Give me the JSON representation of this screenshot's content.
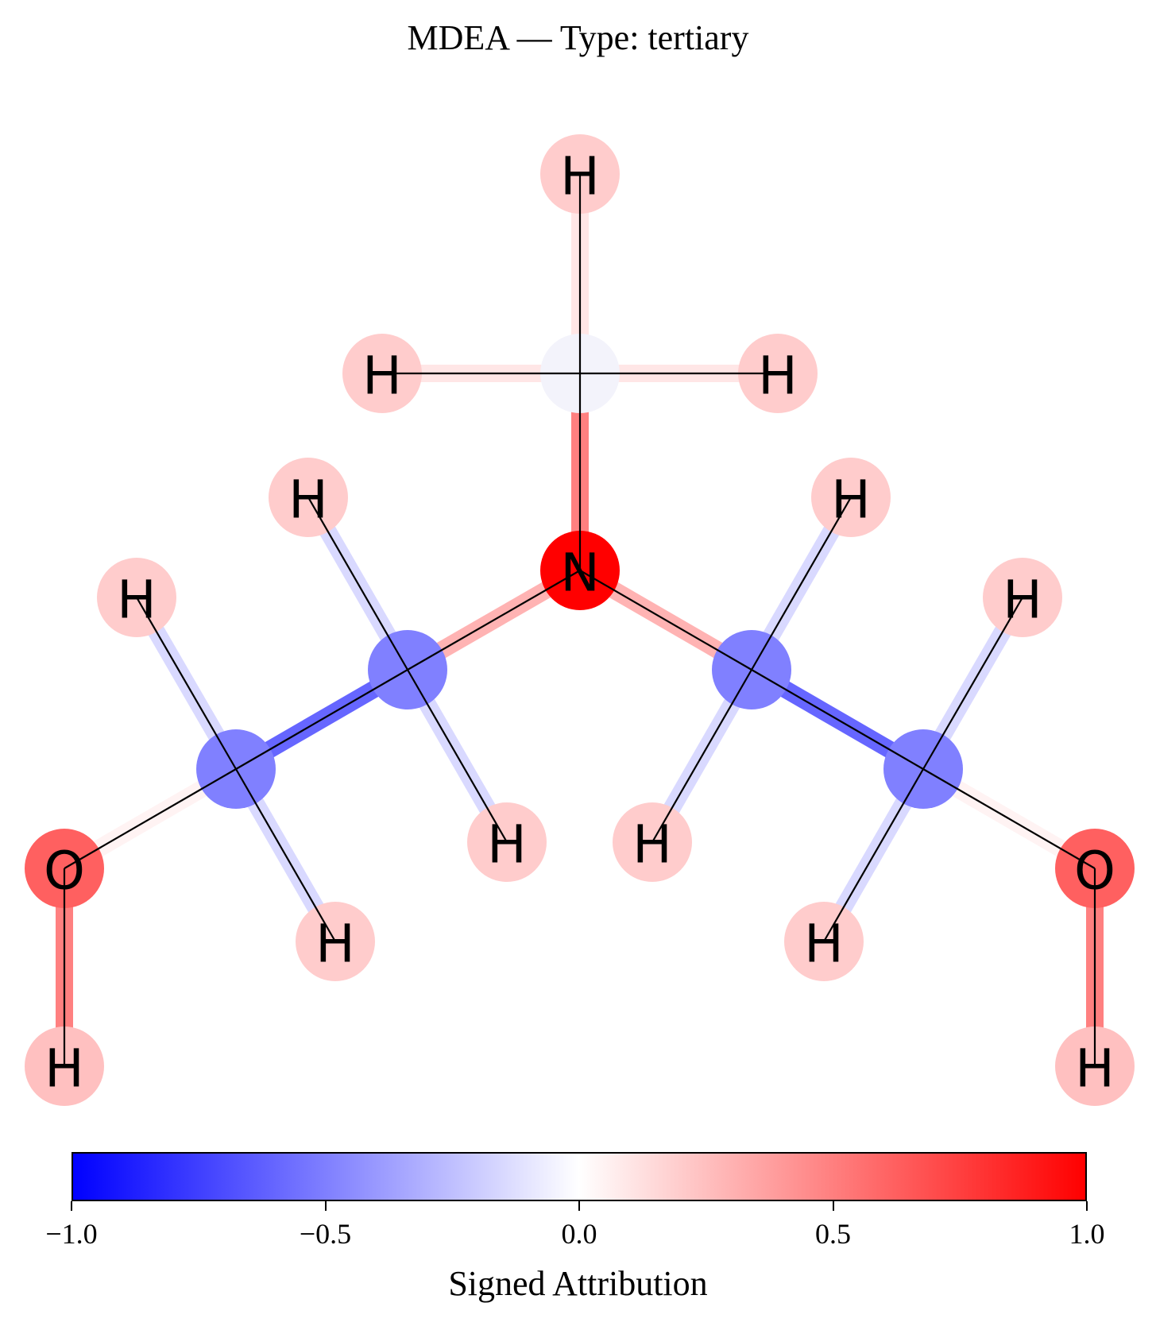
{
  "title": "MDEA — Type: tertiary",
  "colorbar": {
    "label": "Signed Attribution",
    "ticks": [
      "−1.0",
      "−0.5",
      "0.0",
      "0.5",
      "1.0"
    ],
    "range": [
      -1.0,
      1.0
    ],
    "colors": [
      "#0000ff",
      "#ffffff",
      "#ff0000"
    ]
  },
  "molecule": {
    "name": "MDEA",
    "atoms": [
      {
        "id": "H_top",
        "element": "H",
        "color": "#ffcccc"
      },
      {
        "id": "C_methyl",
        "element": "",
        "color": "#f3f3fb"
      },
      {
        "id": "H_methyl_left",
        "element": "H",
        "color": "#ffcccc"
      },
      {
        "id": "H_methyl_right",
        "element": "H",
        "color": "#ffcccc"
      },
      {
        "id": "N",
        "element": "N",
        "color": "#ff0000"
      },
      {
        "id": "C_left_1",
        "element": "",
        "color": "#8080ff"
      },
      {
        "id": "C_left_2",
        "element": "",
        "color": "#8080ff"
      },
      {
        "id": "C_right_1",
        "element": "",
        "color": "#8080ff"
      },
      {
        "id": "C_right_2",
        "element": "",
        "color": "#8080ff"
      },
      {
        "id": "H_left_up_1",
        "element": "H",
        "color": "#ffcccc"
      },
      {
        "id": "H_left_down_1",
        "element": "H",
        "color": "#ffcccc"
      },
      {
        "id": "H_left_up_2",
        "element": "H",
        "color": "#ffcccc"
      },
      {
        "id": "H_left_down_2",
        "element": "H",
        "color": "#ffcccc"
      },
      {
        "id": "H_right_up_1",
        "element": "H",
        "color": "#ffcccc"
      },
      {
        "id": "H_right_down_1",
        "element": "H",
        "color": "#ffcccc"
      },
      {
        "id": "H_right_up_2",
        "element": "H",
        "color": "#ffcccc"
      },
      {
        "id": "H_right_down_2",
        "element": "H",
        "color": "#ffcccc"
      },
      {
        "id": "O_left",
        "element": "O",
        "color": "#ff6060"
      },
      {
        "id": "O_right",
        "element": "O",
        "color": "#ff6060"
      },
      {
        "id": "H_O_left",
        "element": "H",
        "color": "#ffc0c0"
      },
      {
        "id": "H_O_right",
        "element": "H",
        "color": "#ffc0c0"
      }
    ],
    "bonds": [
      {
        "a": "C_methyl",
        "b": "H_top",
        "color": "#ffe6e6"
      },
      {
        "a": "C_methyl",
        "b": "H_methyl_left",
        "color": "#ffe6e6"
      },
      {
        "a": "C_methyl",
        "b": "H_methyl_right",
        "color": "#ffe6e6"
      },
      {
        "a": "C_methyl",
        "b": "N",
        "color": "#ff8080"
      },
      {
        "a": "N",
        "b": "C_left_1",
        "color": "#ffb3b3"
      },
      {
        "a": "N",
        "b": "C_right_1",
        "color": "#ffb3b3"
      },
      {
        "a": "C_left_1",
        "b": "C_left_2",
        "color": "#6666ff"
      },
      {
        "a": "C_right_1",
        "b": "C_right_2",
        "color": "#6666ff"
      },
      {
        "a": "C_left_1",
        "b": "H_left_up_1",
        "color": "#d9d9ff"
      },
      {
        "a": "C_left_1",
        "b": "H_left_down_1",
        "color": "#d9d9ff"
      },
      {
        "a": "C_left_2",
        "b": "H_left_up_2",
        "color": "#d9d9ff"
      },
      {
        "a": "C_left_2",
        "b": "H_left_down_2",
        "color": "#d9d9ff"
      },
      {
        "a": "C_right_1",
        "b": "H_right_up_1",
        "color": "#d9d9ff"
      },
      {
        "a": "C_right_1",
        "b": "H_right_down_1",
        "color": "#d9d9ff"
      },
      {
        "a": "C_right_2",
        "b": "H_right_up_2",
        "color": "#d9d9ff"
      },
      {
        "a": "C_right_2",
        "b": "H_right_down_2",
        "color": "#d9d9ff"
      },
      {
        "a": "C_left_2",
        "b": "O_left",
        "color": "#fff3f3"
      },
      {
        "a": "C_right_2",
        "b": "O_right",
        "color": "#fff3f3"
      },
      {
        "a": "O_left",
        "b": "H_O_left",
        "color": "#ff8080"
      },
      {
        "a": "O_right",
        "b": "H_O_right",
        "color": "#ff8080"
      }
    ]
  }
}
